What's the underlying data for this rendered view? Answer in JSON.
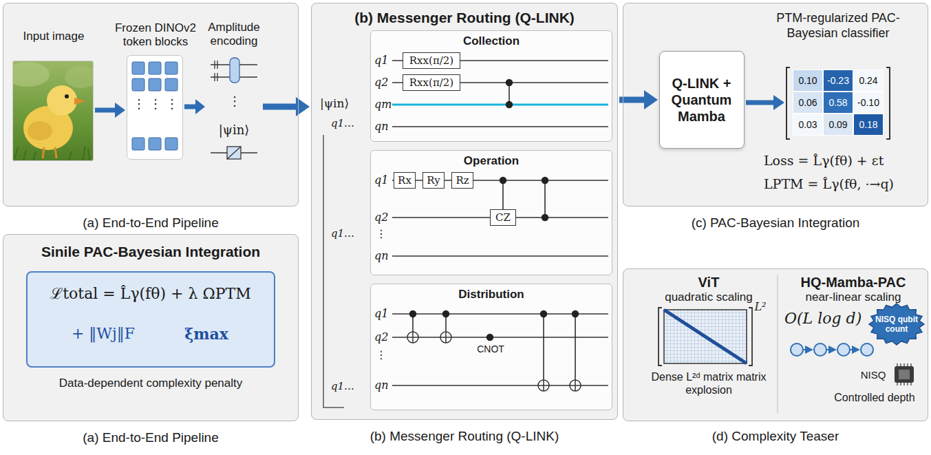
{
  "diagram": {
    "nodes": [
      {
        "text": [
          "(a) End-to-End Pipeline"
        ]
      },
      {
        "text": [
          "Input image"
        ],
        "in": 0
      },
      {
        "text": [
          "Frozen DINOv2 token blocks"
        ],
        "in": 0
      },
      {
        "text": [
          "Amplitude encoding",
          "|ψin⟩"
        ],
        "in": 0
      },
      {
        "text": [
          "(b) Messenger Routing (Q-LINK)",
          "(b) Messenger Routing (Q-LINK)"
        ]
      },
      {
        "text": [
          "Collection"
        ],
        "in": 4
      },
      {
        "text": [
          "Rxx(π/2)"
        ],
        "in": 5
      },
      {
        "text": [
          "Rxx(π/2)"
        ],
        "in": 5
      },
      {
        "text": [
          "Operation"
        ],
        "in": 4
      },
      {
        "text": [
          "Rx"
        ],
        "in": 8
      },
      {
        "text": [
          "Ry"
        ],
        "in": 8
      },
      {
        "text": [
          "Rz"
        ],
        "in": 8
      },
      {
        "text": [
          "CZ"
        ],
        "in": 8
      },
      {
        "text": [
          "Distribution"
        ],
        "in": 4
      },
      {
        "text": [
          "(c) PAC-Bayesian Integration"
        ]
      },
      {
        "text": [
          "Q-LINK + Quantum Mamba"
        ],
        "in": 14
      },
      {
        "text": [
          "PTM-regularized PAC-Bayesian classifier",
          "0.10",
          "-0.23",
          "0.24",
          "0.06",
          "0.58",
          "-0.10",
          "0.03",
          "0.09",
          "0.18"
        ],
        "in": 14
      },
      {
        "text": [
          "Sinile PAC-Bayesian Integration",
          "Data-dependent complexity penalty",
          "(a) End-to-End Pipeline"
        ]
      },
      {
        "text": [
          "ℒtotal = L̂γ(fθ) + λ ΩPTM",
          "+ ‖Wj‖F",
          "ξmax"
        ],
        "in": 17
      },
      {
        "text": [
          "(d) Complexity Teaser"
        ]
      },
      {
        "text": [
          "NISQ qubit count"
        ],
        "in": 19
      }
    ],
    "edges": [
      {
        "from": 1,
        "to": 2,
        "arrow": "to"
      },
      {
        "from": 2,
        "to": 3,
        "arrow": "to"
      },
      {
        "from": 3,
        "to": 4,
        "arrow": "to"
      },
      {
        "from": 4,
        "to": 15,
        "arrow": "to"
      },
      {
        "from": 15,
        "to": 16,
        "arrow": "to"
      }
    ],
    "labels": [
      "⋮",
      "⋮",
      "⋮",
      "⋮",
      "|ψin⟩",
      "q1…",
      "q1",
      "q2",
      "qm",
      "qn",
      "q1",
      "q2",
      "⋮",
      "qn",
      "q1…",
      "q1",
      "q2",
      "⋮",
      "qn",
      "CNOT",
      "q1…",
      "Loss = L̂γ(fθ) + εt",
      "LPTM = L̂γ(fθ, ·→q)",
      "ViT",
      "quadratic scaling",
      "L²",
      "Dense L²ᵈ matrix matrix explosion",
      "HQ-Mamba-PAC",
      "near-linear scaling",
      "O(L log d)",
      "NISQ",
      "Controlled depth"
    ]
  }
}
